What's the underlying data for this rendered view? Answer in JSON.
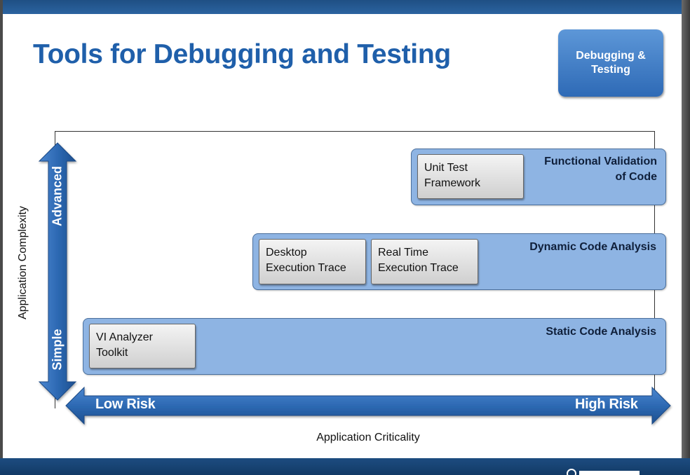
{
  "slide": {
    "title": "Tools for Debugging and Testing",
    "badge": "Debugging &\nTesting"
  },
  "axes": {
    "y_label": "Application Complexity",
    "x_label": "Application Criticality",
    "y_low": "Simple",
    "y_high": "Advanced",
    "x_low": "Low Risk",
    "x_high": "High Risk"
  },
  "bands": [
    {
      "title": "Functional Validation\nof Code",
      "tools": [
        "Unit Test\nFramework"
      ]
    },
    {
      "title": "Dynamic Code Analysis",
      "tools": [
        "Desktop\nExecution Trace",
        "Real Time\nExecution Trace"
      ]
    },
    {
      "title": "Static Code Analysis",
      "tools": [
        "VI Analyzer\nToolkit"
      ]
    }
  ],
  "colors": {
    "title": "#1f5faa",
    "band_fill": "#8eb4e3",
    "arrow": "#2f6db5",
    "badge": "#3a77c0"
  }
}
